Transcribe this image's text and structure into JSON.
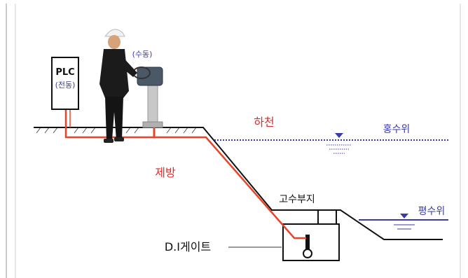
{
  "labels": {
    "plc_title": "PLC",
    "plc_sub": "(전동)",
    "manual": "(수동)",
    "river": "하천",
    "flood_level": "홍수위",
    "levee": "제방",
    "high_water_land": "고수부지",
    "normal_level": "평수위",
    "gate": "D.I게이트"
  },
  "colors": {
    "pipe": "#e8442a",
    "water": "#3a3aa8",
    "label_red": "#e02b2b",
    "label_blue": "#3a3aa8",
    "ground": "#111111",
    "frame": "#9a9a9a"
  }
}
